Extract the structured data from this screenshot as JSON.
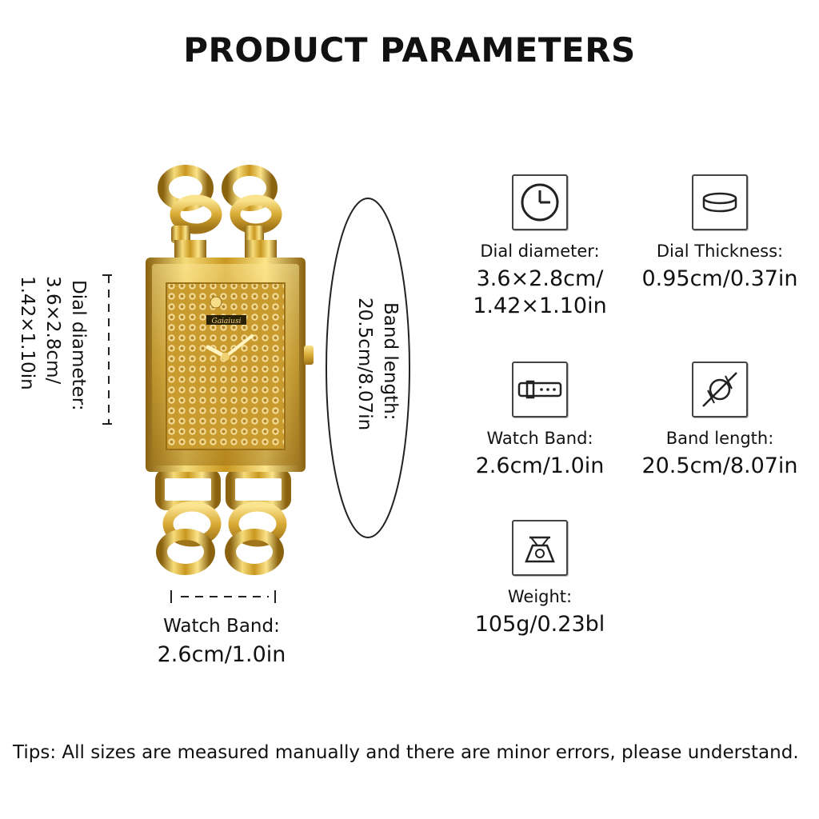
{
  "title": "PRODUCT PARAMETERS",
  "watch": {
    "dial_label": "Dial diameter:",
    "dial_value_line1": "3.6×2.8cm/",
    "dial_value_line2": "1.42×1.10in",
    "band_length_label": "Band length:",
    "band_length_value": "20.5cm/8.07in",
    "watch_band_label": "Watch Band:",
    "watch_band_value": "2.6cm/1.0in",
    "brand_mark": "Gaiaiusi"
  },
  "specs": [
    {
      "icon": "clock-icon",
      "label": "Dial diameter:",
      "value_line1": "3.6×2.8cm/",
      "value_line2": "1.42×1.10in"
    },
    {
      "icon": "thickness-icon",
      "label": "Dial Thickness:",
      "value_line1": "0.95cm/0.37in",
      "value_line2": ""
    },
    {
      "icon": "band-icon",
      "label": "Watch Band:",
      "value_line1": "2.6cm/1.0in",
      "value_line2": ""
    },
    {
      "icon": "wrist-measure-icon",
      "label": "Band length:",
      "value_line1": "20.5cm/8.07in",
      "value_line2": ""
    },
    {
      "icon": "scale-icon",
      "label": "Weight:",
      "value_line1": "105g/0.23bl",
      "value_line2": ""
    }
  ],
  "tips": "Tips: All sizes are measured manually and there are minor errors, please understand.",
  "colors": {
    "gold_light": "#f4d36a",
    "gold_mid": "#d4a62a",
    "gold_dark": "#8a6210",
    "text": "#111111"
  }
}
